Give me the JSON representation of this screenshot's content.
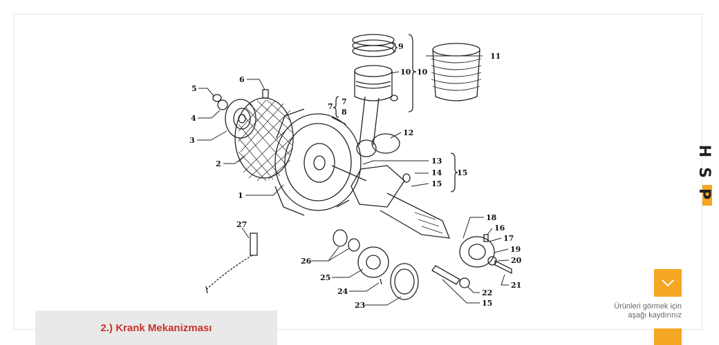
{
  "diagram": {
    "callouts": [
      "1",
      "2",
      "3",
      "4",
      "5",
      "6",
      "7",
      "8",
      "9",
      "10",
      "10",
      "11",
      "12",
      "13",
      "14",
      "15",
      "15",
      "15",
      "16",
      "17",
      "18",
      "19",
      "20",
      "21",
      "22",
      "23",
      "24",
      "25",
      "26",
      "27"
    ]
  },
  "caption": {
    "text": "2.) Krank Mekanizması"
  },
  "brand": {
    "letters": [
      "H",
      "S",
      "P"
    ],
    "accent_color": "#f5a623"
  },
  "scroll": {
    "icon": "chevron-down-icon",
    "hint_line1": "Ürünleri görmek için",
    "hint_line2": "aşağı kaydırınız"
  }
}
